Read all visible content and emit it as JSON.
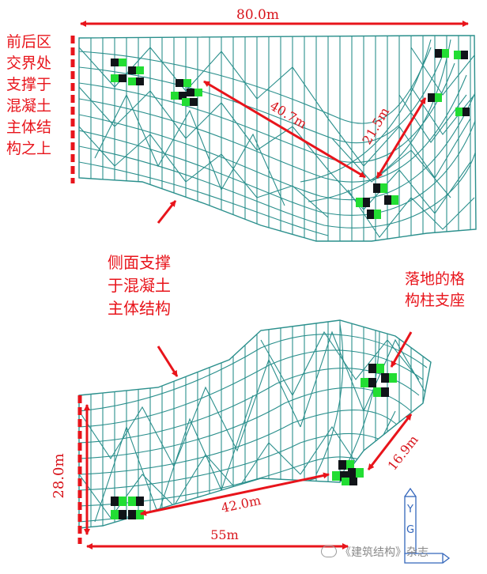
{
  "colors": {
    "truss": "#2a8f8c",
    "annotation_red": "#e8141b",
    "support_green": "#22dd33",
    "support_dark": "#101418",
    "axis_blue": "#3366bb",
    "background": "#ffffff"
  },
  "labels": {
    "top_left": [
      "前后区",
      "交界处",
      "支撑于",
      "混凝土",
      "主体结",
      "构之上"
    ],
    "middle_left": [
      "侧面支撑",
      "于混凝土",
      "主体结构"
    ],
    "right": [
      "落地的格",
      "构柱支座"
    ]
  },
  "dimensions": {
    "overall_width": "80.0m",
    "top_diagonal_1": "40.7m",
    "top_diagonal_2": "21.5m",
    "bottom_diagonal_1": "42.0m",
    "bottom_diagonal_2": "16.9m",
    "bottom_width": "55m",
    "bottom_height": "28.0m"
  },
  "axis_labels": {
    "y": "Y",
    "g": "G"
  },
  "watermark": "《建筑结构》杂志"
}
